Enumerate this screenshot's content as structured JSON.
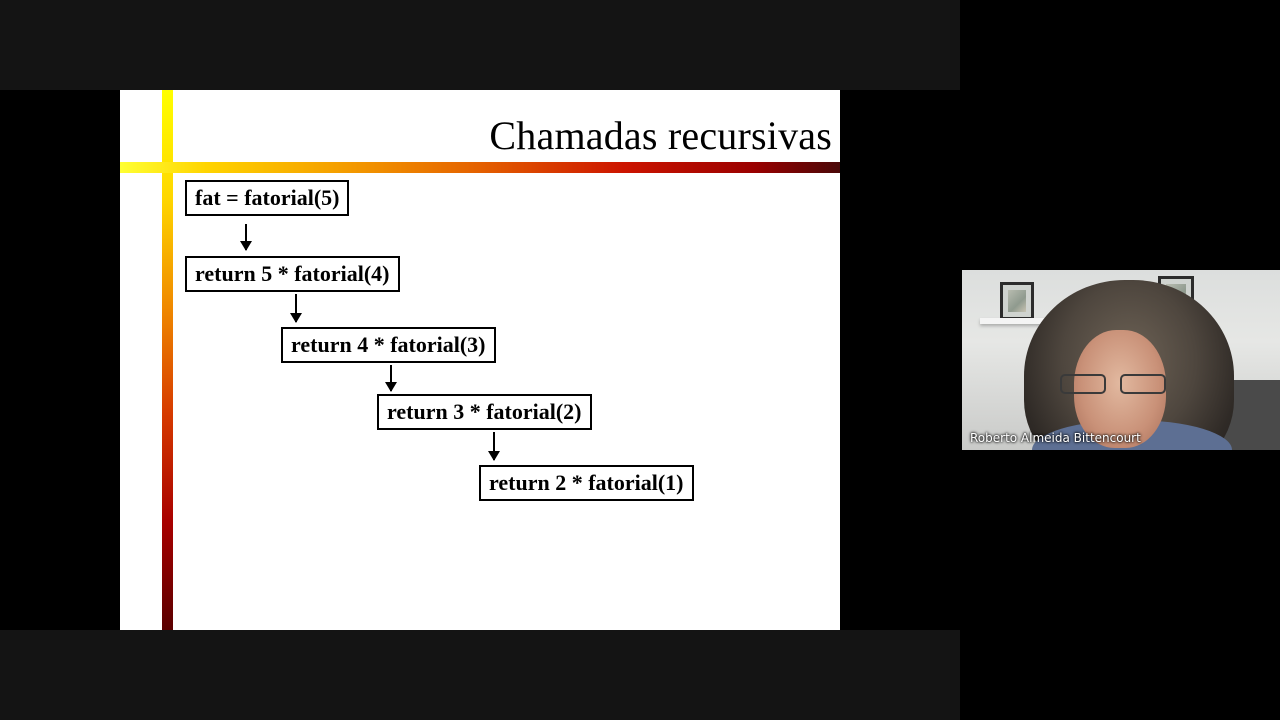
{
  "slide": {
    "title": "Chamadas recursivas",
    "calls": [
      "fat = fatorial(5)",
      "return 5 * fatorial(4)",
      "return 4 * fatorial(3)",
      "return 3 * fatorial(2)",
      "return 2 * fatorial(1)"
    ]
  },
  "participant": {
    "name": "Roberto Almeida Bittencourt"
  }
}
